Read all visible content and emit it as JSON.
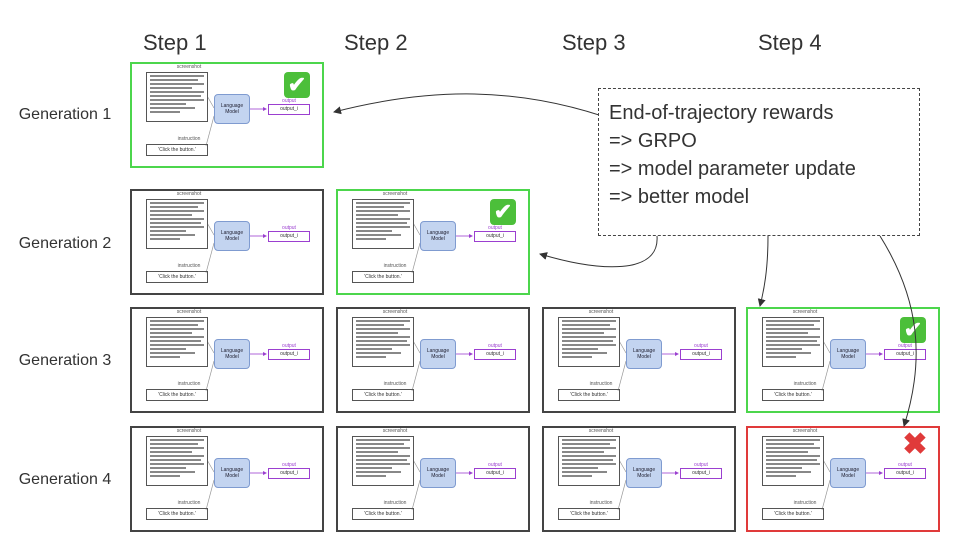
{
  "steps": [
    "Step 1",
    "Step 2",
    "Step 3",
    "Step 4"
  ],
  "generations": [
    "Generation 1",
    "Generation 2",
    "Generation 3",
    "Generation 4"
  ],
  "cell": {
    "screenshot_label": "screenshot",
    "instruction_label": "instruction",
    "instruction_text": "'Click the button.'",
    "model_label": "Language Model",
    "output_label": "output",
    "output_text": "output_i"
  },
  "callout": {
    "lines": [
      "End-of-trajectory rewards",
      "=> GRPO",
      "=> model parameter update",
      "=> better model"
    ]
  },
  "colors": {
    "success": "#4cd64c",
    "failure": "#e03a3a",
    "neutral": "#444444"
  },
  "icons": {
    "success": "check-mark-icon",
    "failure": "cross-mark-icon"
  },
  "grid": [
    [
      "success"
    ],
    [
      "neutral",
      "success"
    ],
    [
      "neutral",
      "neutral",
      "neutral",
      "success"
    ],
    [
      "neutral",
      "neutral",
      "neutral",
      "failure"
    ]
  ]
}
